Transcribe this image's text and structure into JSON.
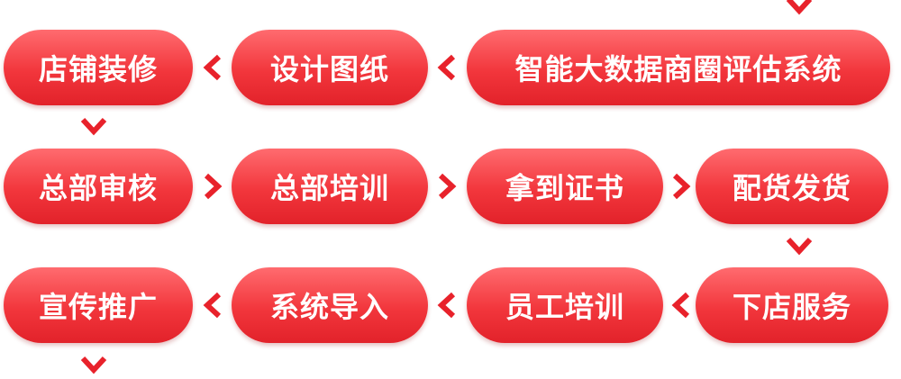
{
  "colors": {
    "box_top": "#ff6b6f",
    "box_bottom": "#e2222a",
    "arrow": "#e8222b",
    "text": "#ffffff"
  },
  "arrow_icon": "chevron-icon",
  "steps": {
    "step_1": "智能大数据商圈评估系统",
    "step_2": "设计图纸",
    "step_3": "店铺装修",
    "step_4": "总部审核",
    "step_5": "总部培训",
    "step_6": "拿到证书",
    "step_7": "配货发货",
    "step_8": "下店服务",
    "step_9": "员工培训",
    "step_10": "系统导入",
    "step_11": "宣传推广"
  }
}
